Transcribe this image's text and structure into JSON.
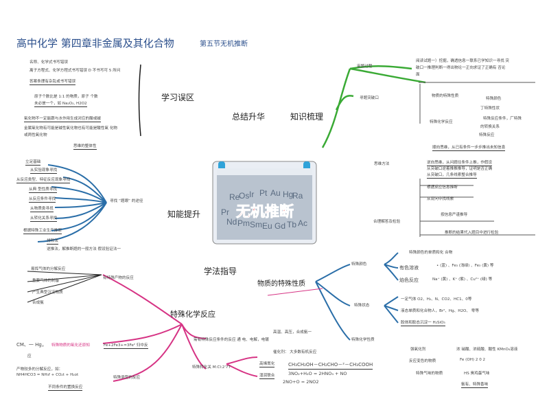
{
  "header": {
    "title": "高中化学 第四章非金属及其化合物",
    "subtitle": "第五节无机推断"
  },
  "center": {
    "labels": {
      "summary": "总结升华",
      "knowledge": "知识梳理",
      "study": "学习误区",
      "ability": "知能提升",
      "method": "学法指导"
    },
    "image_text": "无机推断",
    "tile_letters": [
      "Re",
      "Os",
      "Ir",
      "Pt",
      "Au",
      "Hg",
      "Nd",
      "Pm",
      "Sm",
      "Eu",
      "Gd",
      "Tb",
      "Ra",
      "Ac",
      "Pr"
    ]
  },
  "study_area": {
    "items": [
      "名称、化学式书写错误",
      "离子方程式、化学方程式书写错误 D 不书写可 5 所问",
      "答案条理有杂乱或书写错误",
      "原子个数比是 1:1 的物质，原子 个数",
      "未必是一个，如 Na₂O₂, H2O2",
      "氧化物不一定能跟与水作用生成对应的酸或碱",
      "金属氧化物有可能是碱性氧化物也有可能是酸性氧 化物",
      "或两性氧化物"
    ]
  },
  "ability": {
    "header": "思维的整体性",
    "root": "立足基础",
    "branches": [
      "从实验现象寻找",
      "从反应类型、特征反应现象寻找",
      "从典 型性质寻找",
      "从反应条件寻找",
      "从物质类寻找",
      "从转化关系寻找",
      "根据特殊工业生产推断"
    ],
    "find": "寻找 “题眼” 的途径",
    "elim1": "排除法",
    "elim2": "逆推法",
    "elim2_note": "，解推断题的一般方法  假设验证法一"
  },
  "product": {
    "items": [
      "易挥气体的分解反应",
      "重要气体的制备",
      "产生典型沉淀物质",
      "合成氨"
    ],
    "label": "有特殊产物的反应"
  },
  "special": {
    "title": "特殊化学反应",
    "formula1": "CM、一 Hg，",
    "formula1b": "特殊物质的氧化还原知",
    "formula2": "Fe+2Fe3+=3Fe² 归中反",
    "formula2b": "应",
    "formula3": "产物较多的分解反应，如：",
    "formula4": "NH4HCO3 = NH₃f + CO₂t + H₂ot",
    "formula5": "不同条件的置换反应",
    "note_condition": "需有特殊反应条件的反应 通 电、电解，电镀",
    "note_transform": "特殊转化关 M:Cl:2'7T",
    "special_type": "特殊类型的反应",
    "high_temp": "高温、高压，合成氨一",
    "catalyst": "催化剂：  大多数有机反应",
    "eq1": "CH₃CH₂OH－CH₂CHO－²－CH₃COOH",
    "eq2": "3NO₂+H₂O = 2HNO₃ + NO",
    "eq3": "2NO+O = 2NO2",
    "labels": [
      "高烯氮化",
      "湿润联合"
    ]
  },
  "knowledge": {
    "analysis": "审题过程",
    "breakthrough": "寻题突破口",
    "read_text": [
      "阅读试题一）挖掘，确透信息一联系已学知识一寻找  突",
      "破口一推理判断一得出物论一正向求证了正确有  否论",
      "面"
    ],
    "spec_props": "物质的特殊性质",
    "spec_color": "特殊颜色",
    "spec_state": "丁特殊性状",
    "chem_prop": "特殊化学反应",
    "spec_cond": "特殊反应条件，厂特殊",
    "spec_rel": "的转换关系",
    "spec_rxn": "特殊反应",
    "methods_title": "思维方法",
    "forward": "顺向思维，从已有条件一步步推出未知信息",
    "reverse": "逆向思维，从问题往条件上推，作假设",
    "reverse2": "从突破口逆着推推推导，证明是否正确",
    "reverse3": "从突破口，几条线索整合推导",
    "reasoning": "根据反应信息推断",
    "from_back": "从说问中找线索",
    "answer_check": "合理解答及检验",
    "standard": "按信息严谨推导",
    "substitute": "推断的结果代入题目中进行检验"
  },
  "properties": {
    "title": "物质的特殊性质",
    "color": "特殊颜色",
    "color_ref": "特殊颜色的单质和化 合物",
    "colored_solution": "有色溶液",
    "flame": "焰色反应",
    "colored_ions": "• (蓝) 、Fe₃ (浅绿) 、Fe₃ (黄) 等",
    "flame_ions": "Na⁺ (黄) 、K⁺ (紫) 、Cu²⁺ (绿) 等",
    "state": "特殊状态",
    "gas_line": "一定气体  O2、H₂、N、CO2、HC1、0等",
    "liquid_line": "液态单质和化合物人，Br²、Hg、H2O、 零等",
    "solid_line": "胶体和胶态沉淀一 H₂SiO₃",
    "chem": "特殊化学性质",
    "strong_ox": "强氧化剂",
    "strong_ox_ex": "浓 硝酸、浓硫酸、酸性 KMnO₄溶液",
    "color_rx": "反应变色的物质",
    "color_rx_ex": "Fe (OH) 2 0 2",
    "smell_rx": "特殊气味的物质",
    "smell_rx_ex": "HS 臭鸡蛋气味",
    "etc": "氨有、特殊香味"
  }
}
